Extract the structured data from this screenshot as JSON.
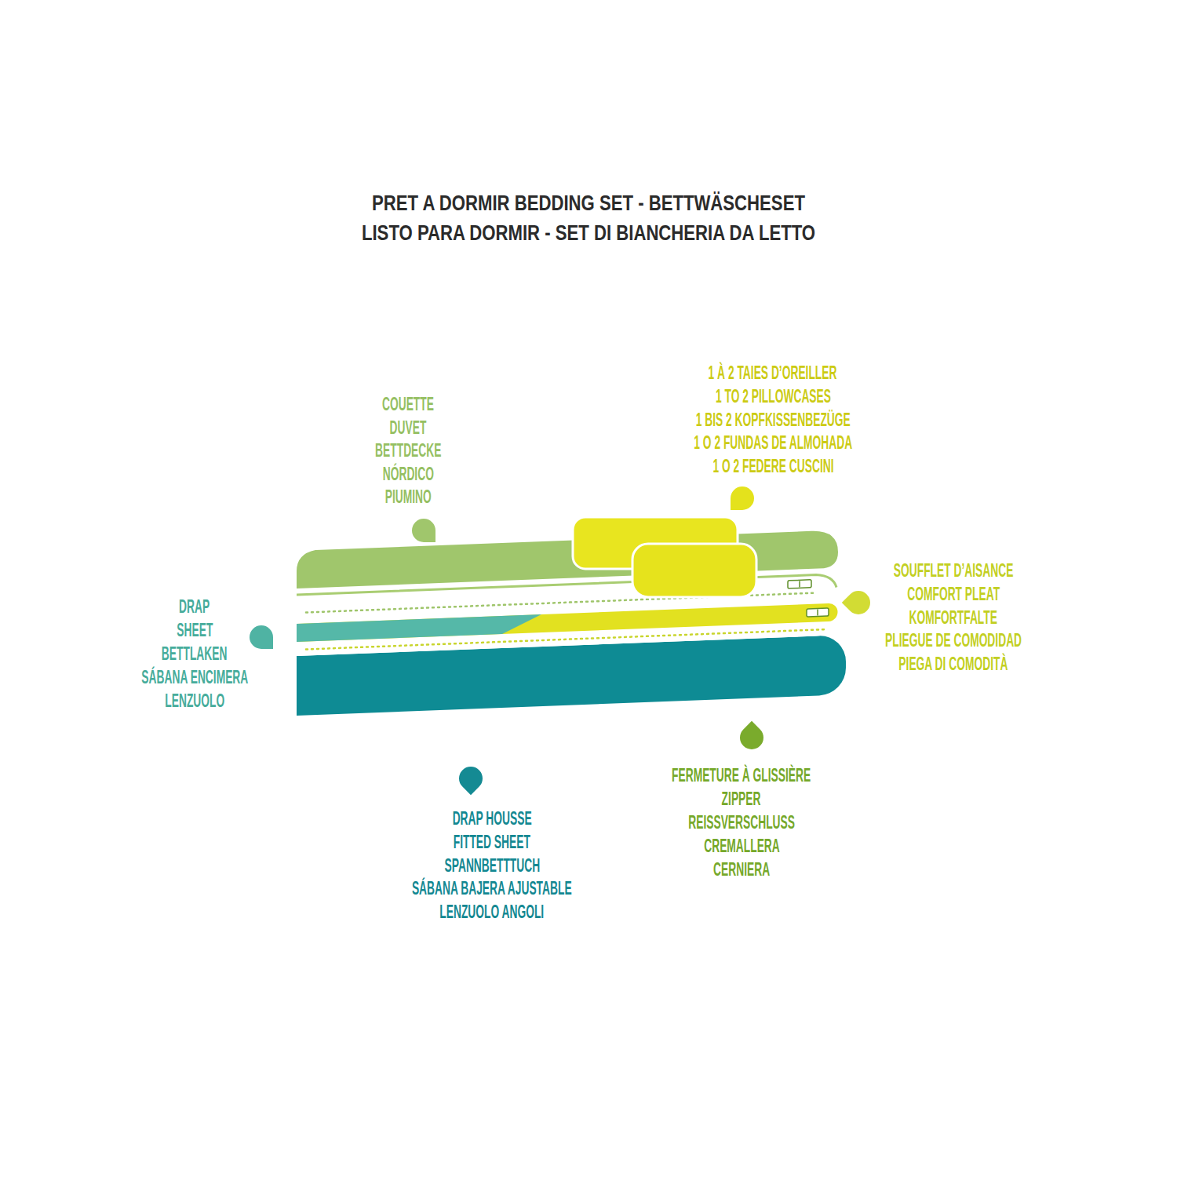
{
  "diagram": {
    "title": "PRET A DORMIR BEDDING SET - BETTWÄSCHESET LISTO PARA DORMIR - SET DI BIANCHERIA DA LETTO",
    "labels": [
      "1 À 2 TAIES D’OREILLER",
      "1 TO 2 PILLOWCASES",
      "1 BIS 2 KOPFKISSENBEZÜGE",
      "1 O 2 FUNDAS DE ALMOHADA",
      "1 O 2 FEDERE CUSCINI",
      "COUETTE",
      "DUVET",
      "BETTDECKE",
      "NÓRDICO",
      "PIUMINO",
      "SOUFFLET D’AISANCE",
      "COMFORT PLEAT",
      "KOMFORTFALTE",
      "PLIEGUE DE COMODIDAD",
      "PIEGA DI COMODITÀ",
      "DRAP",
      "SHEET",
      "BETTLAKEN",
      "SÁBANA ENCIMERA",
      "LENZUOLO",
      "FERMETURE À GLISSIÈRE",
      "ZIPPER",
      "REISSVERSCHLUSS",
      "CREMALLERA",
      "CERNIERA",
      "DRAP HOUSSE",
      "FITTED SHEET",
      "SPANNBETTTUCH",
      "SÁBANA BAJERA AJUSTABLE",
      "LENZUOLO ANGOLI"
    ]
  }
}
